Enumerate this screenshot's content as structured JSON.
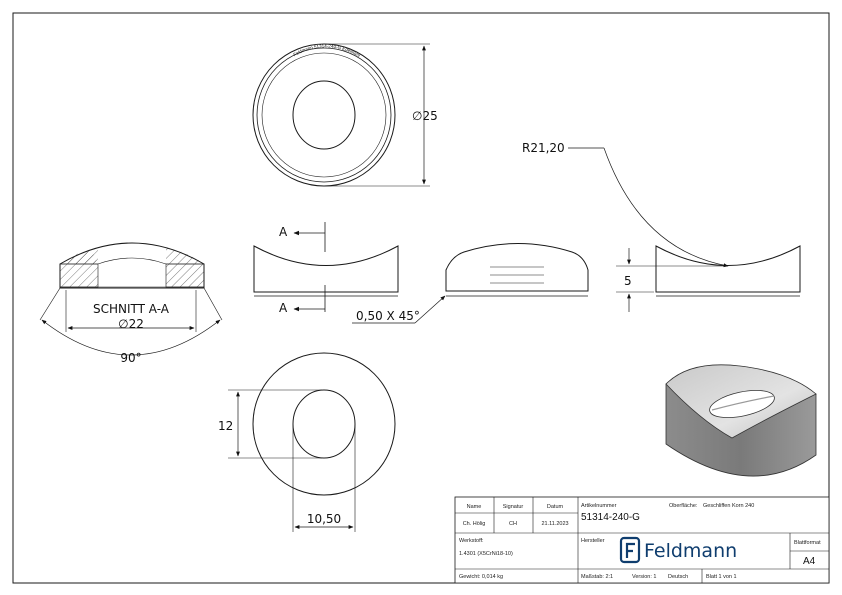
{
  "dimensions": {
    "diameter_outer": "∅25",
    "radius": "R21,20",
    "height": "5",
    "chamfer": "0,50 X 45°",
    "section_title": "SCHNITT A-A",
    "diameter_section": "∅22",
    "angle": "90°",
    "hole_height": "12",
    "hole_width": "10,50",
    "section_marker": "A",
    "engraving": "Feldmann 51314-240-G Edelstahl"
  },
  "title_block": {
    "name_header": "Name",
    "signature_header": "Signatur",
    "date_header": "Datum",
    "name_value": "Ch. Hölig",
    "signature_value": "CH",
    "date_value": "21.11.2023",
    "article_label": "Artikelnummer",
    "article_value": "51314-240-G",
    "surface_label": "Oberfläche:",
    "surface_value": "Geschliffen Korn 240",
    "material_label": "Werkstoff:",
    "material_value": "1.4301 (X5CrNi18-10)",
    "manufacturer_label": "Hersteller",
    "logo_text": "Feldmann",
    "sheet_format_label": "Blattformat",
    "sheet_format_value": "A4",
    "weight": "Gewicht: 0,014 kg",
    "scale": "Maßstab: 2:1",
    "version": "Version: 1",
    "language": "Deutsch",
    "sheet": "Blatt 1 von 1"
  },
  "colors": {
    "line": "#1a1a1a",
    "logo": "#0f3d6e",
    "render_light": "#d4d4d4",
    "render_dark": "#7d7d7d"
  }
}
